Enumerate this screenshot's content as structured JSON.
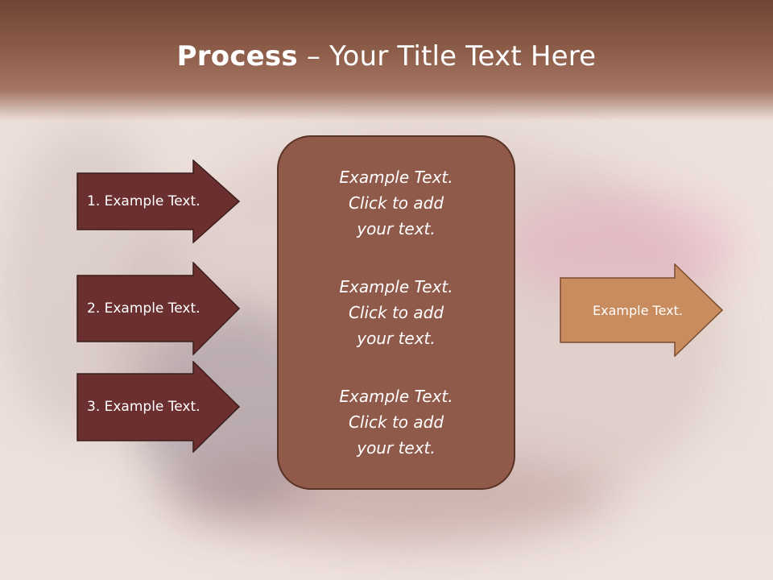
{
  "slide": {
    "title_bold": "Process",
    "title_dash": " – ",
    "title_rest": "Your Title Text Here"
  },
  "left_arrows": [
    {
      "label": "1. Example Text."
    },
    {
      "label": "2. Example Text."
    },
    {
      "label": "3. Example Text."
    }
  ],
  "center_panel": {
    "blocks": [
      {
        "line1": "Example Text.",
        "line2": "Click  to add",
        "line3": "your text."
      },
      {
        "line1": "Example Text.",
        "line2": "Click  to add",
        "line3": "your text."
      },
      {
        "line1": "Example Text.",
        "line2": "Click  to add",
        "line3": "your text."
      }
    ]
  },
  "right_arrow": {
    "label": "Example Text."
  },
  "colors": {
    "header": "#8f5f4b",
    "left_arrow_fill": "#6b2f2f",
    "panel_fill": "#8f5a4a",
    "right_arrow_fill": "#c98c5f"
  }
}
